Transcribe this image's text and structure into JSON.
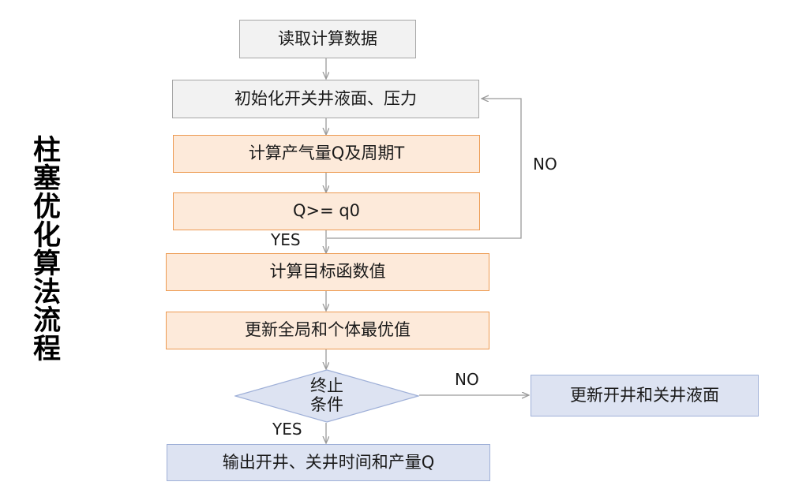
{
  "diagram": {
    "title_vertical": "柱塞优化算法流程",
    "nodes": [
      {
        "id": "read-data",
        "label": "读取计算数据",
        "shape": "rect",
        "style": "gray"
      },
      {
        "id": "init",
        "label": "初始化开关井液面、压力",
        "shape": "rect",
        "style": "gray"
      },
      {
        "id": "calc-q-t",
        "label": "计算产气量Q及周期T",
        "shape": "rect",
        "style": "orange"
      },
      {
        "id": "compare-q",
        "label": "Q>= q0",
        "shape": "rect",
        "style": "orange"
      },
      {
        "id": "objective",
        "label": "计算目标函数值",
        "shape": "rect",
        "style": "orange"
      },
      {
        "id": "update-best",
        "label": "更新全局和个体最优值",
        "shape": "rect",
        "style": "orange"
      },
      {
        "id": "stop-condition",
        "label": "终止\n条件",
        "shape": "diamond",
        "style": "blue"
      },
      {
        "id": "update-levels",
        "label": "更新开井和关井液面",
        "shape": "rect",
        "style": "blue"
      },
      {
        "id": "output",
        "label": "输出开井、关井时间和产量Q",
        "shape": "rect",
        "style": "blue"
      }
    ],
    "edge_labels": {
      "compare_yes": "YES",
      "compare_no": "NO",
      "stop_no": "NO",
      "stop_yes": "YES"
    },
    "colors": {
      "gray_fill": "#f2f2f2",
      "gray_border": "#a6a6a6",
      "orange_fill": "#fdeada",
      "orange_border": "#ed9a51",
      "blue_fill": "#dde3f2",
      "blue_border": "#9fb0d8",
      "connector": "#9a9a9a",
      "text": "#1a1a1a"
    }
  }
}
